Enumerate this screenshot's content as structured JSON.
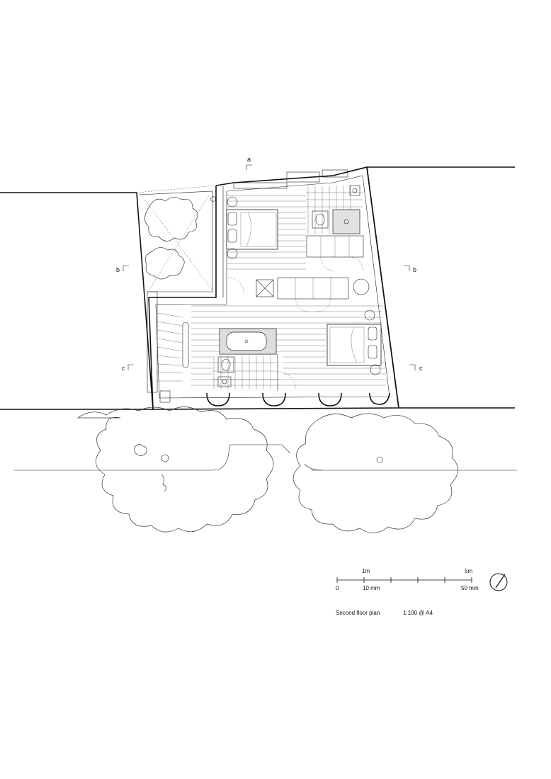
{
  "section_markers": {
    "a": "a",
    "b_left": "b",
    "b_right": "b",
    "c_left": "c",
    "c_right": "c"
  },
  "scale_bar": {
    "top_left": "1m",
    "top_right": "5m",
    "bottom_zero": "0",
    "bottom_mid": "10 mm",
    "bottom_right": "50 mm"
  },
  "caption": {
    "title": "Second floor plan",
    "scale": "1:100 @ A4"
  },
  "icons": {
    "north": "north-arrow-icon"
  }
}
